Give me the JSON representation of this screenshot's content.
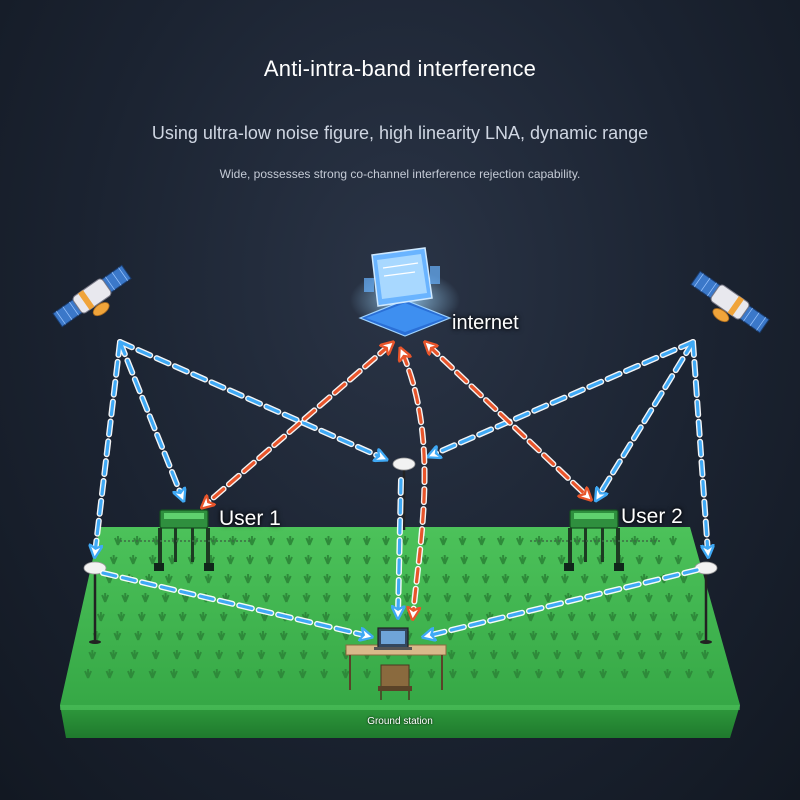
{
  "header": {
    "title": "Anti-intra-band interference",
    "subtitle": "Using ultra-low noise figure, high linearity LNA, dynamic range",
    "description": "Wide, possesses strong co-channel interference rejection capability."
  },
  "nodes": {
    "internet": "internet",
    "user1": "User 1",
    "user2": "User 2",
    "ground_station": "Ground station"
  },
  "icons": {
    "satellite_left": "satellite-icon",
    "satellite_right": "satellite-icon",
    "internet": "computer-monitor-icon",
    "ground_station": "laptop-desk-icon",
    "user1": "farm-robot-icon",
    "user2": "farm-robot-icon"
  },
  "colors": {
    "satellite_link": "#3fa9f5",
    "internet_link": "#e8552b",
    "field": "#3cb54a",
    "plant": "#2e8a3a"
  }
}
